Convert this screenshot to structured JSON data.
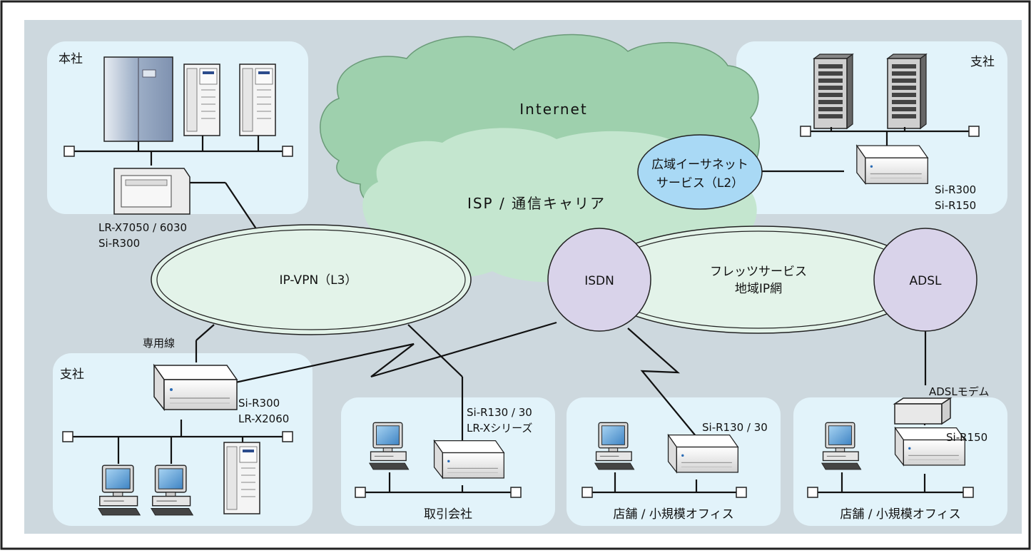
{
  "sites": {
    "honsha": "本社",
    "branch_top": "支社",
    "branch_left": "支社",
    "partner": "取引会社",
    "store_mid": "店舗 / 小規模オフィス",
    "store_right": "店舗 / 小規模オフィス"
  },
  "networks": {
    "internet": "Internet",
    "isp": "ISP / 通信キャリア",
    "ethernet_line1": "広域イーサネット",
    "ethernet_line2": "サービス（L2）",
    "ipvpn": "IP-VPN（L3）",
    "isdn": "ISDN",
    "flets_line1": "フレッツサービス",
    "flets_line2": "地域IP網",
    "adsl": "ADSL"
  },
  "devices": {
    "honsha_router_line1": "LR-X7050 / 6030",
    "honsha_router_line2": "Si-R300",
    "branch_top_line1": "Si-R300",
    "branch_top_line2": "Si-R150",
    "branch_left_line1": "Si-R300",
    "branch_left_line2": "LR-X2060",
    "partner_line1": "Si-R130 / 30",
    "partner_line2": "LR-Xシリーズ",
    "store_mid": "Si-R130 / 30",
    "store_right": "Si-R150",
    "adsl_modem": "ADSLモデム"
  },
  "links": {
    "leased_line": "専用線"
  },
  "colors": {
    "background": "#cdd8de",
    "site_box": "#e2f3fa",
    "internet_cloud": "#9ed0ad",
    "isp_cloud": "#c4e6cf",
    "ethernet_ellipse": "#a9d9f5",
    "ring_fill": "#e3f3e9",
    "circle_fill": "#d9d3ea"
  }
}
